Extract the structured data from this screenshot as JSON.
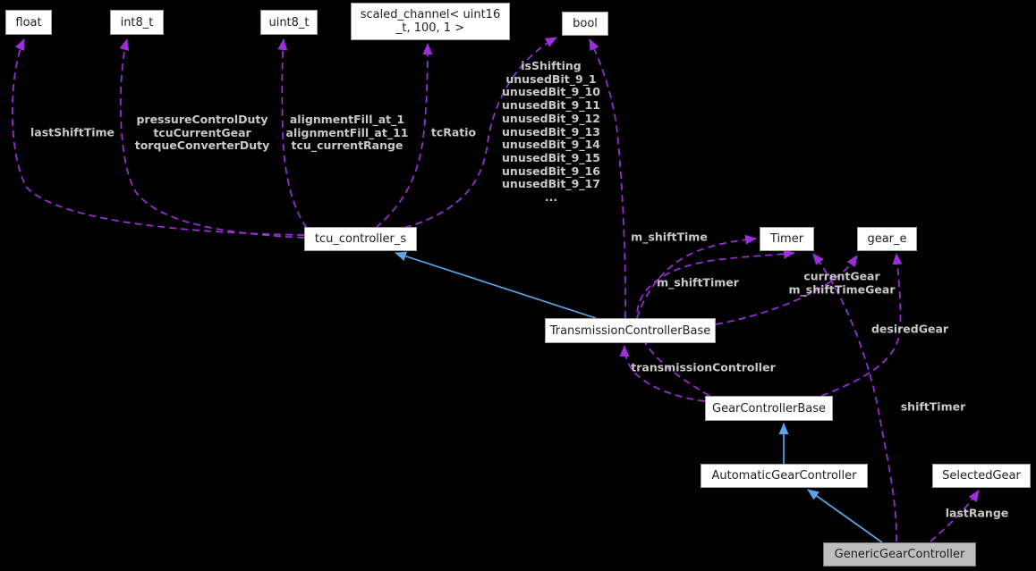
{
  "diagram": {
    "title": "class collaboration graph",
    "colors": {
      "background": "#000000",
      "node_fill": "#ffffff",
      "node_border": "#a0a0a0",
      "node_text": "#1f1f1f",
      "highlight_fill": "#bebebe",
      "highlight_border": "#787878",
      "edge_dashed": "#9c2fd9",
      "edge_solid": "#58a6e8",
      "edge_label_text": "#c9c9c9"
    },
    "nodes": [
      {
        "id": "float",
        "label": "float"
      },
      {
        "id": "int8_t",
        "label": "int8_t"
      },
      {
        "id": "uint8_t",
        "label": "uint8_t"
      },
      {
        "id": "scaled_channel",
        "label": "scaled_channel< uint16\n_t, 100, 1 >"
      },
      {
        "id": "bool",
        "label": "bool"
      },
      {
        "id": "tcu_controller_s",
        "label": "tcu_controller_s"
      },
      {
        "id": "Timer",
        "label": "Timer"
      },
      {
        "id": "gear_e",
        "label": "gear_e"
      },
      {
        "id": "TransmissionControllerBase",
        "label": "TransmissionControllerBase"
      },
      {
        "id": "GearControllerBase",
        "label": "GearControllerBase"
      },
      {
        "id": "AutomaticGearController",
        "label": "AutomaticGearController"
      },
      {
        "id": "SelectedGear",
        "label": "SelectedGear"
      },
      {
        "id": "GenericGearController",
        "label": "GenericGearController",
        "highlighted": true
      }
    ],
    "edge_labels": [
      {
        "text": "lastShiftTime"
      },
      {
        "text": "pressureControlDuty\ntcuCurrentGear\ntorqueConverterDuty"
      },
      {
        "text": "alignmentFill_at_1\nalignmentFill_at_11\ntcu_currentRange"
      },
      {
        "text": "tcRatio"
      },
      {
        "text": "isShifting\nunusedBit_9_1\nunusedBit_9_10\nunusedBit_9_11\nunusedBit_9_12\nunusedBit_9_13\nunusedBit_9_14\nunusedBit_9_15\nunusedBit_9_16\nunusedBit_9_17\n..."
      },
      {
        "text": "m_shiftTime"
      },
      {
        "text": "m_shiftTimer"
      },
      {
        "text": "currentGear\nm_shiftTimeGear"
      },
      {
        "text": "desiredGear"
      },
      {
        "text": "transmissionController"
      },
      {
        "text": "shiftTimer"
      },
      {
        "text": "lastRange"
      }
    ]
  }
}
